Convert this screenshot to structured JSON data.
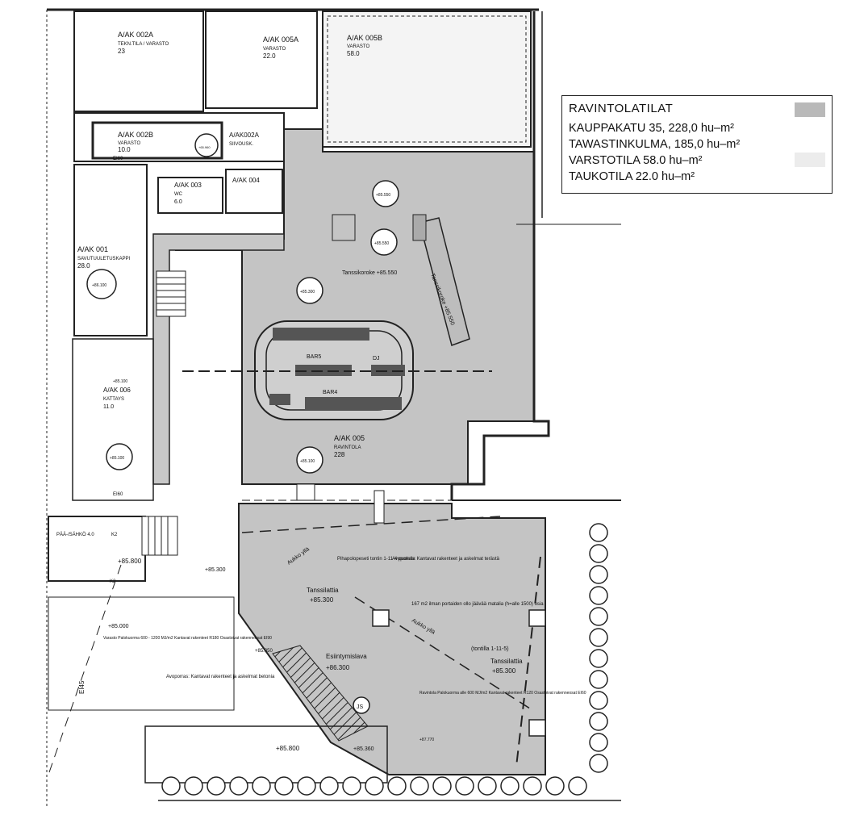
{
  "legend": {
    "title": "RAVINTOLATILAT",
    "rows": [
      "KAUPPAKATU 35,   228,0 hu–m²",
      "TAWASTINKULMA, 185,0 hu–m²",
      "VARSTOTILA 58.0 hu–m²",
      "TAUKOTILA 22.0 hu–m²"
    ],
    "colors": {
      "restaurant_fill": "#b9b9b9",
      "storage_fill": "#ececec"
    }
  },
  "rooms": {
    "r002a": {
      "code": "A/AK 002A",
      "name": "TEKN.TILA / VARASTO",
      "area": "23"
    },
    "r005a": {
      "code": "A/AK 005A",
      "name": "VARASTO",
      "area": "22.0"
    },
    "r005b": {
      "code": "A/AK 005B",
      "name": "VARASTO",
      "area": "58.0"
    },
    "r002b": {
      "code": "A/AK 002B",
      "name": "VARASTO",
      "area": "10.0"
    },
    "r002c": {
      "code": "A/AK002A",
      "name": "SIIVOUSK.",
      "area": ""
    },
    "r003": {
      "code": "A/AK 003",
      "name": "WC",
      "area": "6.0"
    },
    "r004": {
      "code": "A/AK 004",
      "name": "",
      "area": ""
    },
    "r001": {
      "code": "A/AK 001",
      "name": "SAVUTUULETUSKAPPI",
      "area": "28.0"
    },
    "r006": {
      "code": "A/AK 006",
      "name": "KATTAYS",
      "area": "11.0"
    },
    "r005": {
      "code": "A/AK 005",
      "name": "RAVINTOLA",
      "area": "228"
    }
  },
  "labels": {
    "bar5": "BAR5",
    "bar4": "BAR4",
    "dj": "DJ",
    "dance_floor": "Tanssikoroke +85.550",
    "dance_ramp": "Tanssikoroke +85.550",
    "floor1": "+85.550",
    "floor2": "+85.550",
    "floor3": "+85.300",
    "floor4": "+85.800",
    "floor5": "+85.300",
    "floor6": "+85.800",
    "floor7": "+85.360",
    "floor8": "+85.050",
    "floor9": "+85.100",
    "floor10": "+85.000",
    "floor11": "+86.100",
    "floor12": "+85.100",
    "floor13": "+85.100",
    "floor14": "+87.770",
    "dance_stage1": "Tanssilattia",
    "dance_stage1_level": "+85.300",
    "esiintymis": "Esiintymislava",
    "esiintymis_level": "+86.300",
    "dance_stage2": "Tanssilattia",
    "dance_stage2_level": "+85.300",
    "note_area": "167 m2 ilman portaiden ollo jäävää matalia (h=alle 1500) osia",
    "note_tontti": "(tontilla 1-11-5)",
    "note_pihapolo": "Pihapolopeseti tontin 1-11-4 puolella",
    "note_avoporras1": "Avoporras: Kantavat rakenteet ja askelmat terästä",
    "note_avoporras2": "Avoporras: Kantavat rakenteet ja askelmat betonia",
    "note_ravintola": "Ravintola Palokuorma alle 600 MJ/m2 Kantavat rakenteet R120 Osastoivat rakenneosat EI60",
    "note_varasto": "Varasto Palokuorma 600 - 1200 MJ/m2 Kantavat rakenteet R180 Osastoivat rakenneosat EI90",
    "aukko1": "Aukko yllä",
    "aukko2": "Aukko yllä",
    "sahko": "PÄÄ-/SÄHKÖ 4.0",
    "ei60a": "EI60",
    "ei60b": "EI60",
    "ei45": "EI45",
    "k2a": "K2",
    "k2b": "K2",
    "js": "JS",
    "sprinkler": "+65.960"
  }
}
